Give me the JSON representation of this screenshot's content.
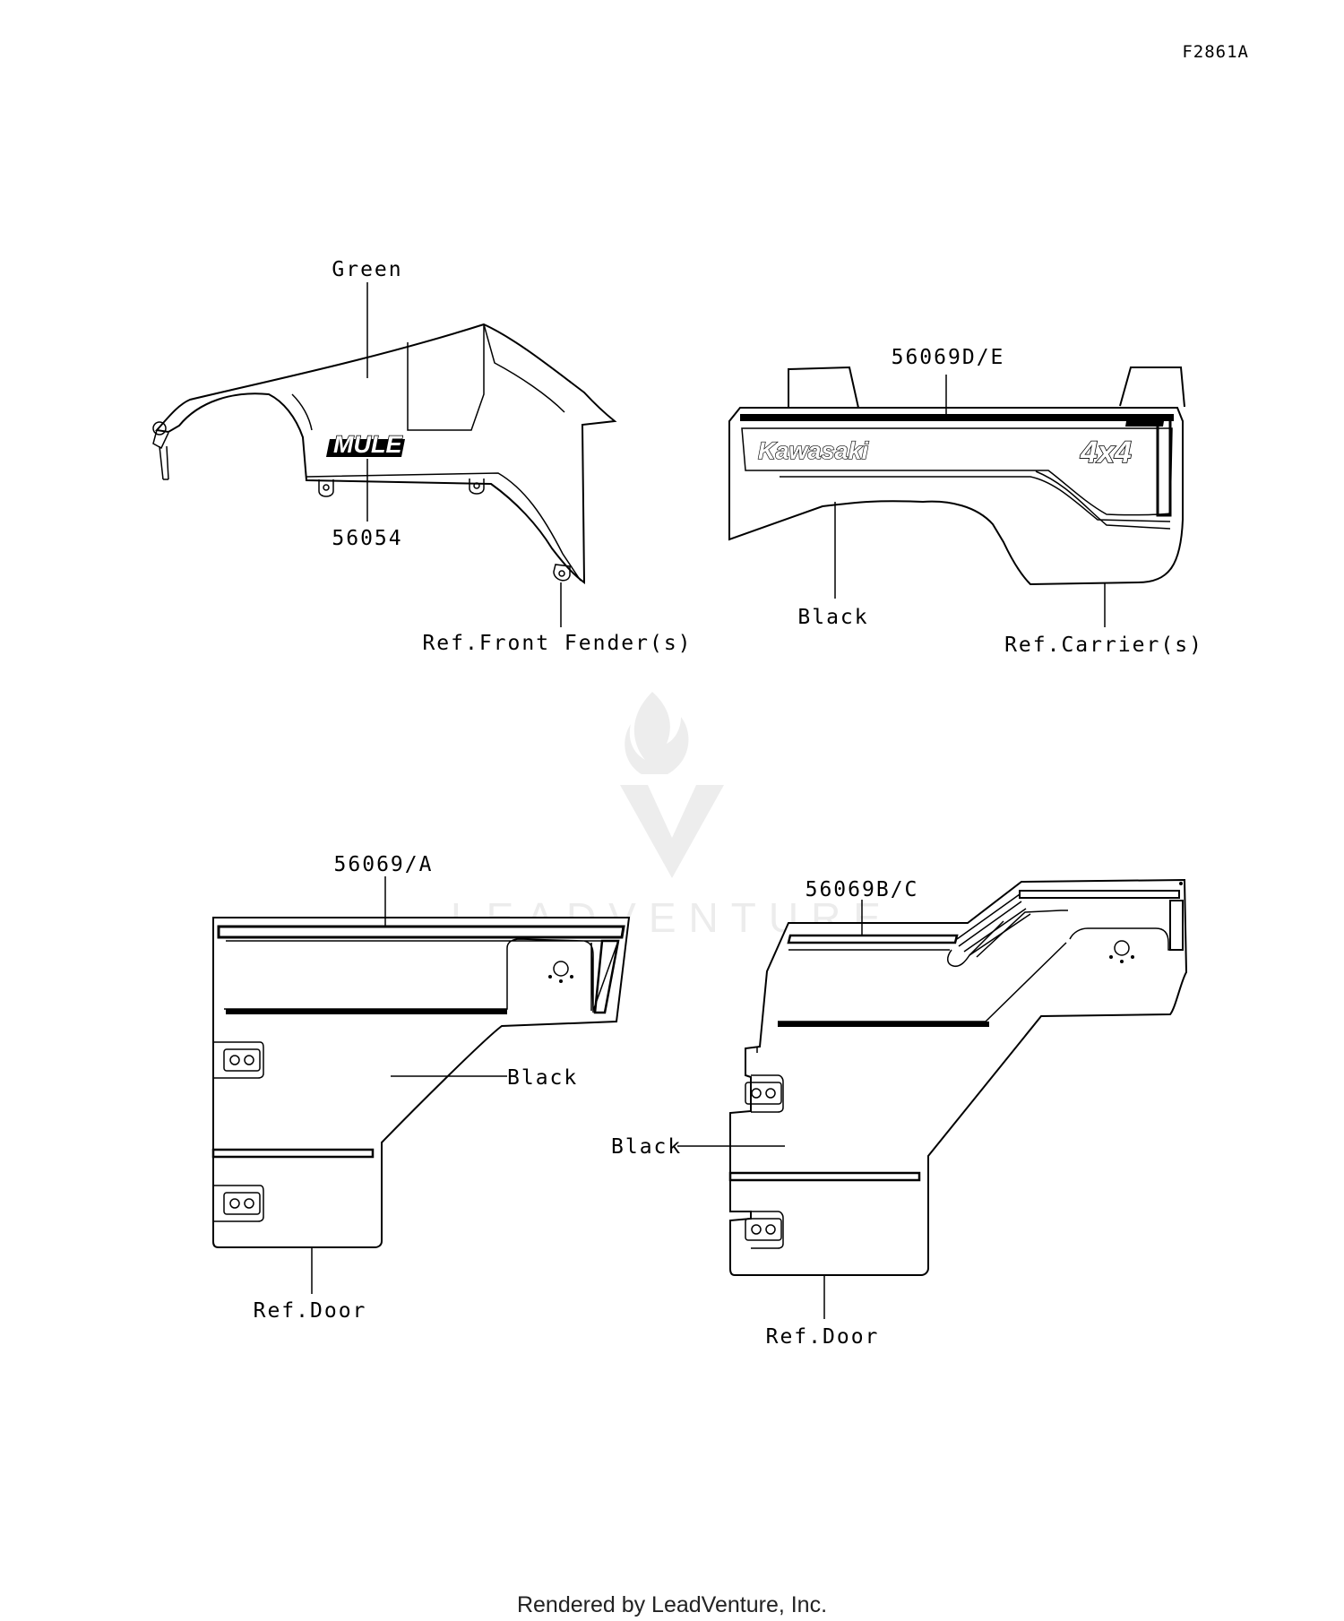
{
  "diagram_code": "F2861A",
  "watermark": "LEADVENTURE",
  "footer": "Rendered by LeadVenture, Inc.",
  "fender": {
    "color_label": "Green",
    "part_number": "56054",
    "ref_label": "Ref.Front Fender(s)",
    "decal_text": "MULE"
  },
  "carrier": {
    "part_number": "56069D/E",
    "color_label": "Black",
    "ref_label": "Ref.Carrier(s)",
    "brand_text": "Kawasaki",
    "model_text": "4x4"
  },
  "door_left": {
    "part_number": "56069/A",
    "color_label": "Black",
    "ref_label": "Ref.Door"
  },
  "door_right": {
    "part_number": "56069B/C",
    "color_label": "Black",
    "ref_label": "Ref.Door"
  }
}
